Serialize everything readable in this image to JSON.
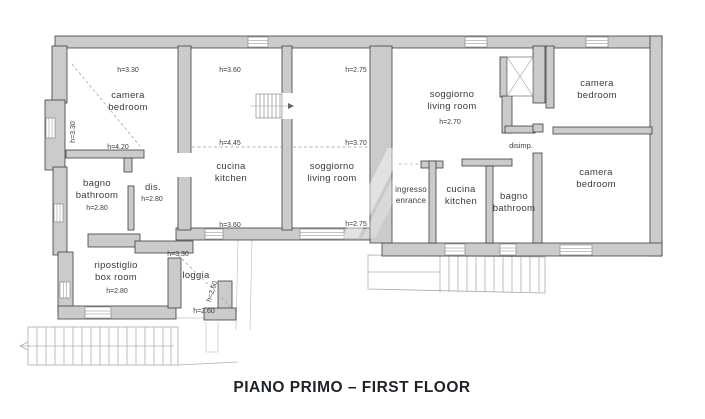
{
  "title": "PIANO PRIMO – FIRST FLOOR",
  "colors": {
    "wall-fill": "#cccbca",
    "wall-stroke": "#3e3e3e",
    "label-text": "#3c3c3c",
    "title-text": "#1c232b",
    "stair-line": "#b0aeac",
    "dash-line": "#9b9b9b",
    "thin-line": "#c6c5c3",
    "bg": "#ffffff"
  },
  "rooms": {
    "bedroom_tl": {
      "name_it": "camera",
      "name_en": "bedroom",
      "h_top": "h=3.30",
      "h_left": "h=3.30",
      "h_bottom": "h=4.20"
    },
    "bathroom_l": {
      "name_it": "bagno",
      "name_en": "bathroom",
      "h": "h=2.80"
    },
    "dis": {
      "name": "dis.",
      "h": "h=2.80"
    },
    "boxroom": {
      "name_it": "ripostiglio",
      "name_en": "box room",
      "h": "h=2.80"
    },
    "loggia": {
      "name": "loggia",
      "h_top": "h=3.30",
      "h_side": "h=2.60",
      "h_bottom": "h=2.60"
    },
    "kitchen_m": {
      "name_it": "cucina",
      "name_en": "kitchen",
      "h_top": "h=3.60",
      "h_mid": "h=4.45",
      "h_bottom": "h=3.60"
    },
    "living_m": {
      "name_it": "soggiorno",
      "name_en": "living room",
      "h_top": "h=2.75",
      "h_mid": "h=3.70",
      "h_bottom": "h=2.75"
    },
    "living_r": {
      "name_it": "soggiorno",
      "name_en": "living room",
      "h": "h=2.70"
    },
    "disimp": {
      "name": "disimp."
    },
    "bedroom_tr": {
      "name_it": "camera",
      "name_en": "bedroom"
    },
    "bedroom_r": {
      "name_it": "camera",
      "name_en": "bedroom"
    },
    "entrance_r": {
      "name_it": "ingresso",
      "name_en": "enrance"
    },
    "kitchen_r": {
      "name_it": "cucina",
      "name_en": "kitchen"
    },
    "bathroom_r": {
      "name_it": "bagno",
      "name_en": "bathroom"
    }
  }
}
